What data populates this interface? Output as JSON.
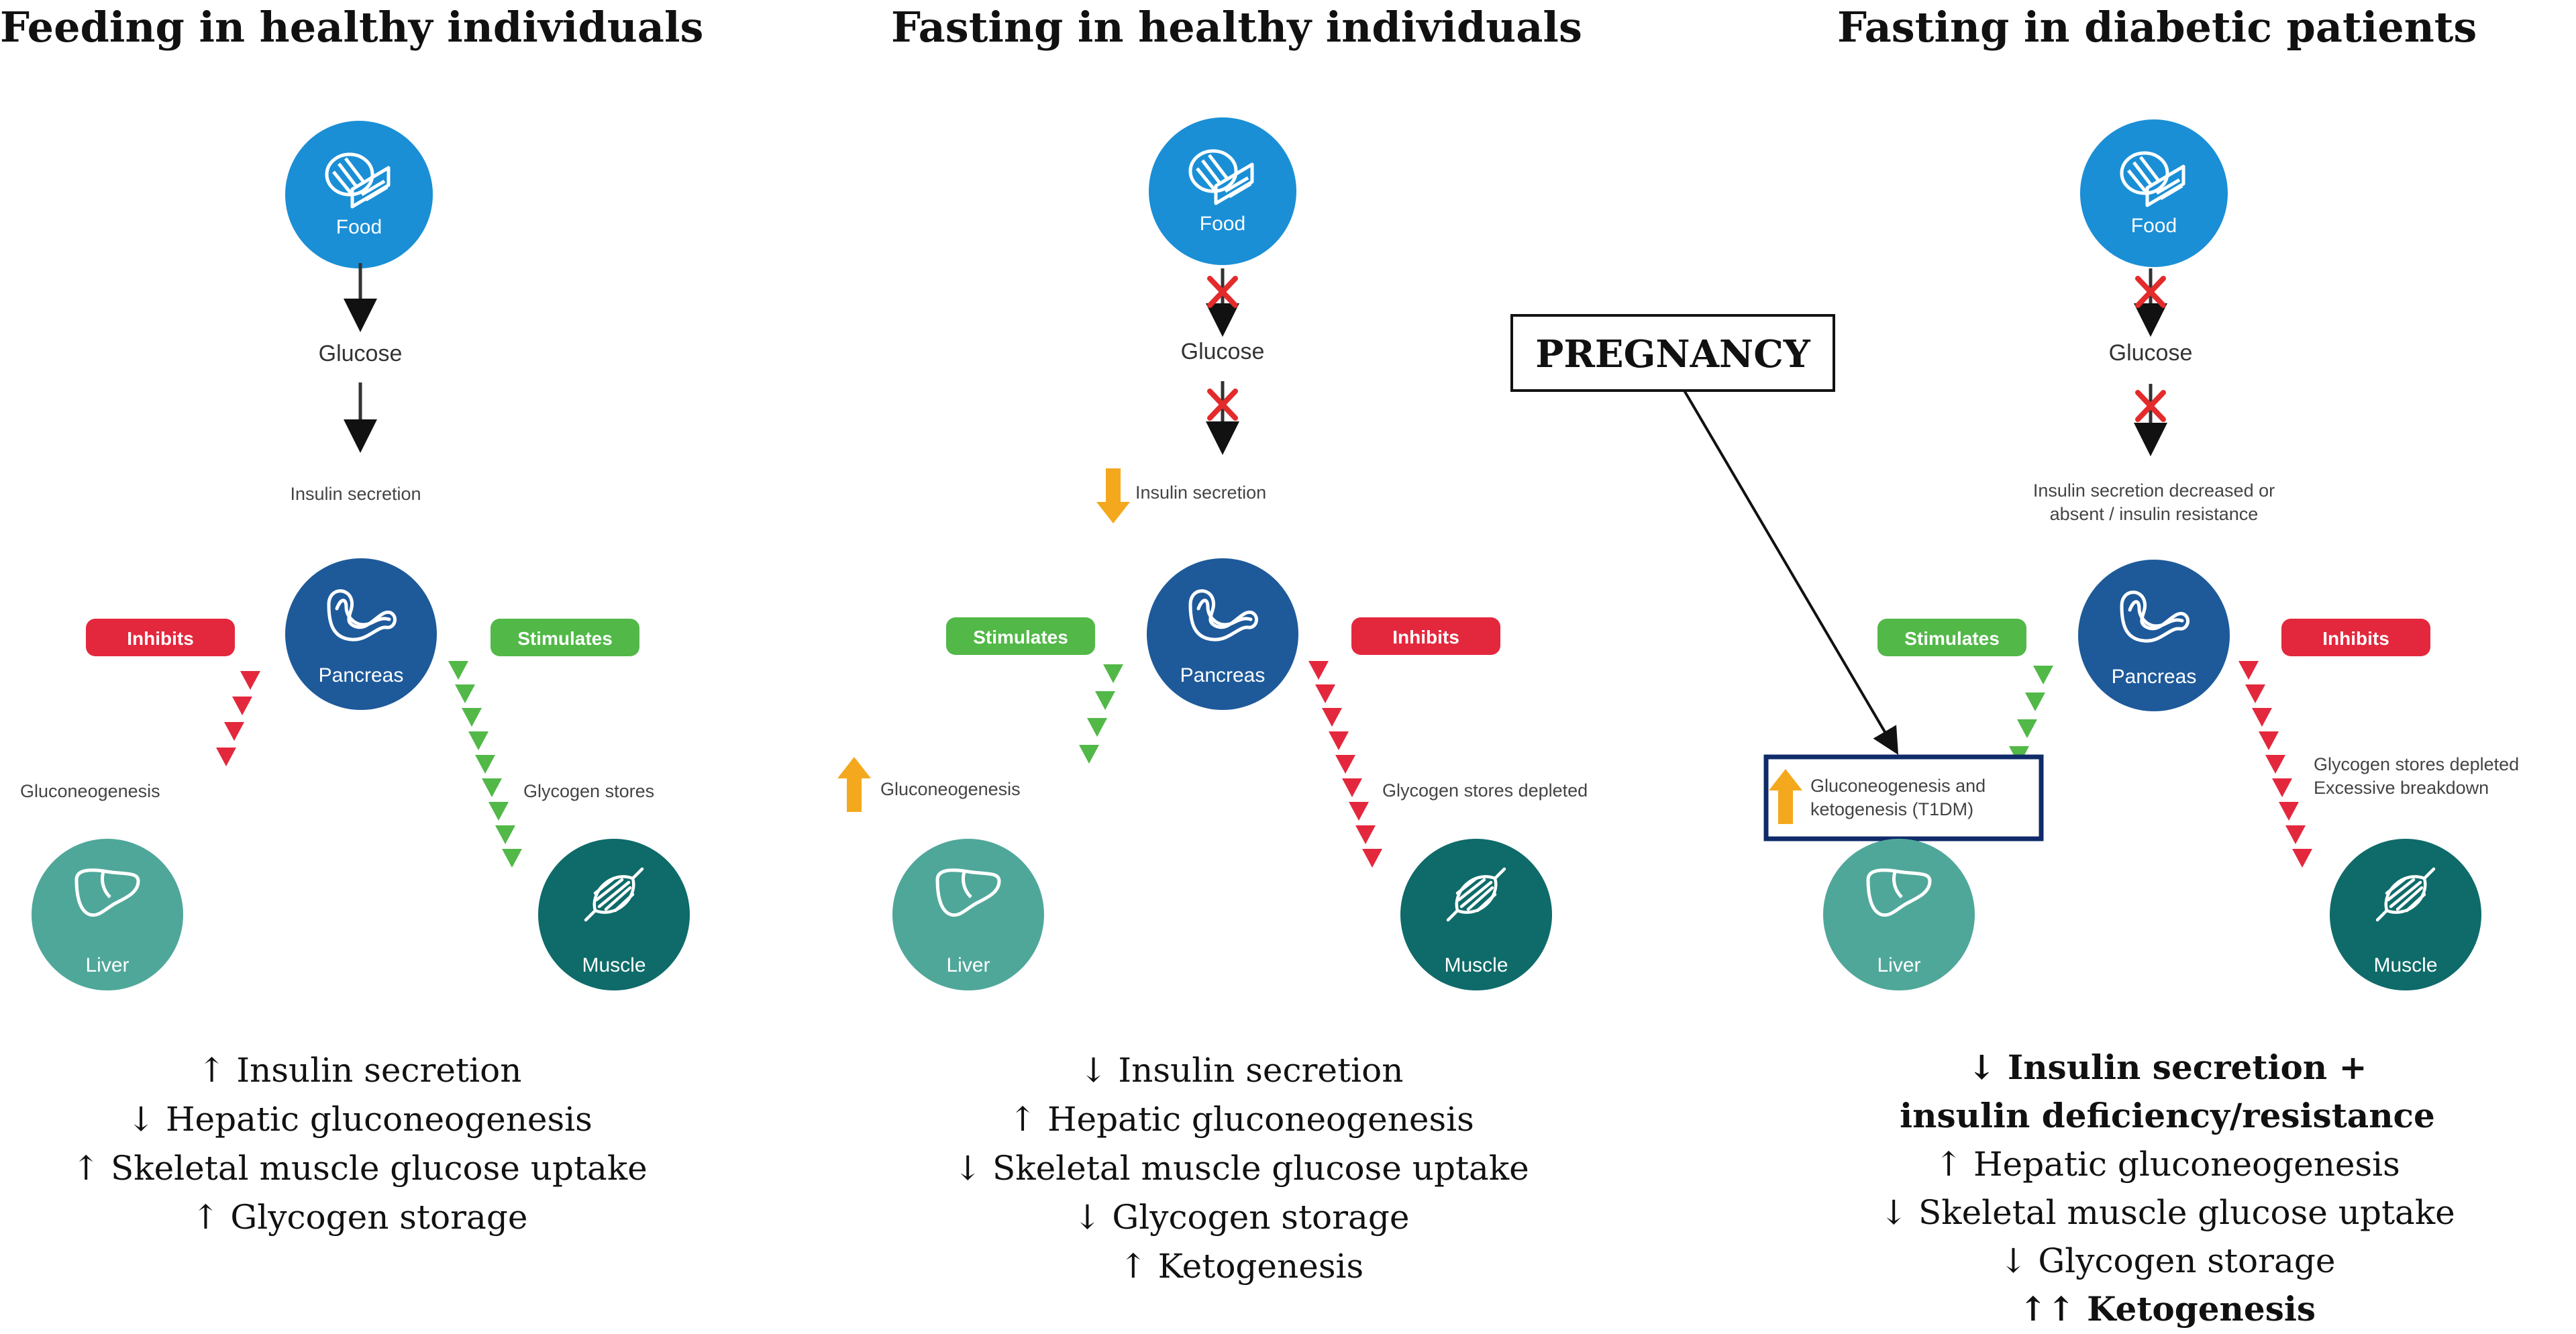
{
  "colors": {
    "food": "#1a8fd6",
    "pancreas": "#1e5a9a",
    "liver": "#4fa79a",
    "muscle": "#0e6b69",
    "stimulates": "#52b848",
    "inhibits": "#e3283d",
    "up_arrow": "#f4a81d",
    "cross": "#e32b2b",
    "outline_blue": "#102b6a"
  },
  "icons": [
    "food-icon",
    "pancreas-icon",
    "liver-icon",
    "muscle-icon"
  ],
  "panels": [
    {
      "title": "Feeding in healthy individuals",
      "food_label": "Food",
      "glucose_label": "Glucose",
      "insulin_label": "Insulin secretion",
      "pancreas_label": "Pancreas",
      "left_badge": "Inhibits",
      "right_badge": "Stimulates",
      "left_text": "Gluconeogenesis",
      "right_text": "Glycogen stores",
      "liver_label": "Liver",
      "muscle_label": "Muscle",
      "summary": [
        "↑ Insulin secretion",
        "↓ Hepatic gluconeogenesis",
        "↑ Skeletal muscle glucose uptake",
        "↑ Glycogen storage"
      ]
    },
    {
      "title": "Fasting in healthy individuals",
      "food_label": "Food",
      "glucose_label": "Glucose",
      "insulin_label": "Insulin secretion",
      "pancreas_label": "Pancreas",
      "left_badge": "Stimulates",
      "right_badge": "Inhibits",
      "left_text": "Gluconeogenesis",
      "right_text": "Glycogen stores depleted",
      "liver_label": "Liver",
      "muscle_label": "Muscle",
      "summary": [
        "↓ Insulin secretion",
        "↑ Hepatic gluconeogenesis",
        "↓ Skeletal muscle glucose uptake",
        "↓ Glycogen storage",
        "↑ Ketogenesis"
      ]
    },
    {
      "title": "Fasting in diabetic patients",
      "food_label": "Food",
      "glucose_label": "Glucose",
      "insulin_line1": "Insulin secretion decreased or",
      "insulin_line2": "absent / insulin resistance",
      "pancreas_label": "Pancreas",
      "left_badge": "Stimulates",
      "right_badge": "Inhibits",
      "left_text_1": "Gluconeogenesis and",
      "left_text_2": "ketogenesis (T1DM)",
      "right_text_1": "Glycogen stores depleted",
      "right_text_2": "Excessive breakdown",
      "liver_label": "Liver",
      "muscle_label": "Muscle",
      "summary_bold": [
        "↓ Insulin secretion +",
        "insulin deficiency/resistance"
      ],
      "summary": [
        "↑ Hepatic gluconeogenesis",
        "↓ Skeletal muscle glucose uptake",
        "↓ Glycogen storage"
      ],
      "summary_bold_last": "↑↑ Ketogenesis"
    }
  ],
  "pregnancy_label": "PREGNANCY"
}
